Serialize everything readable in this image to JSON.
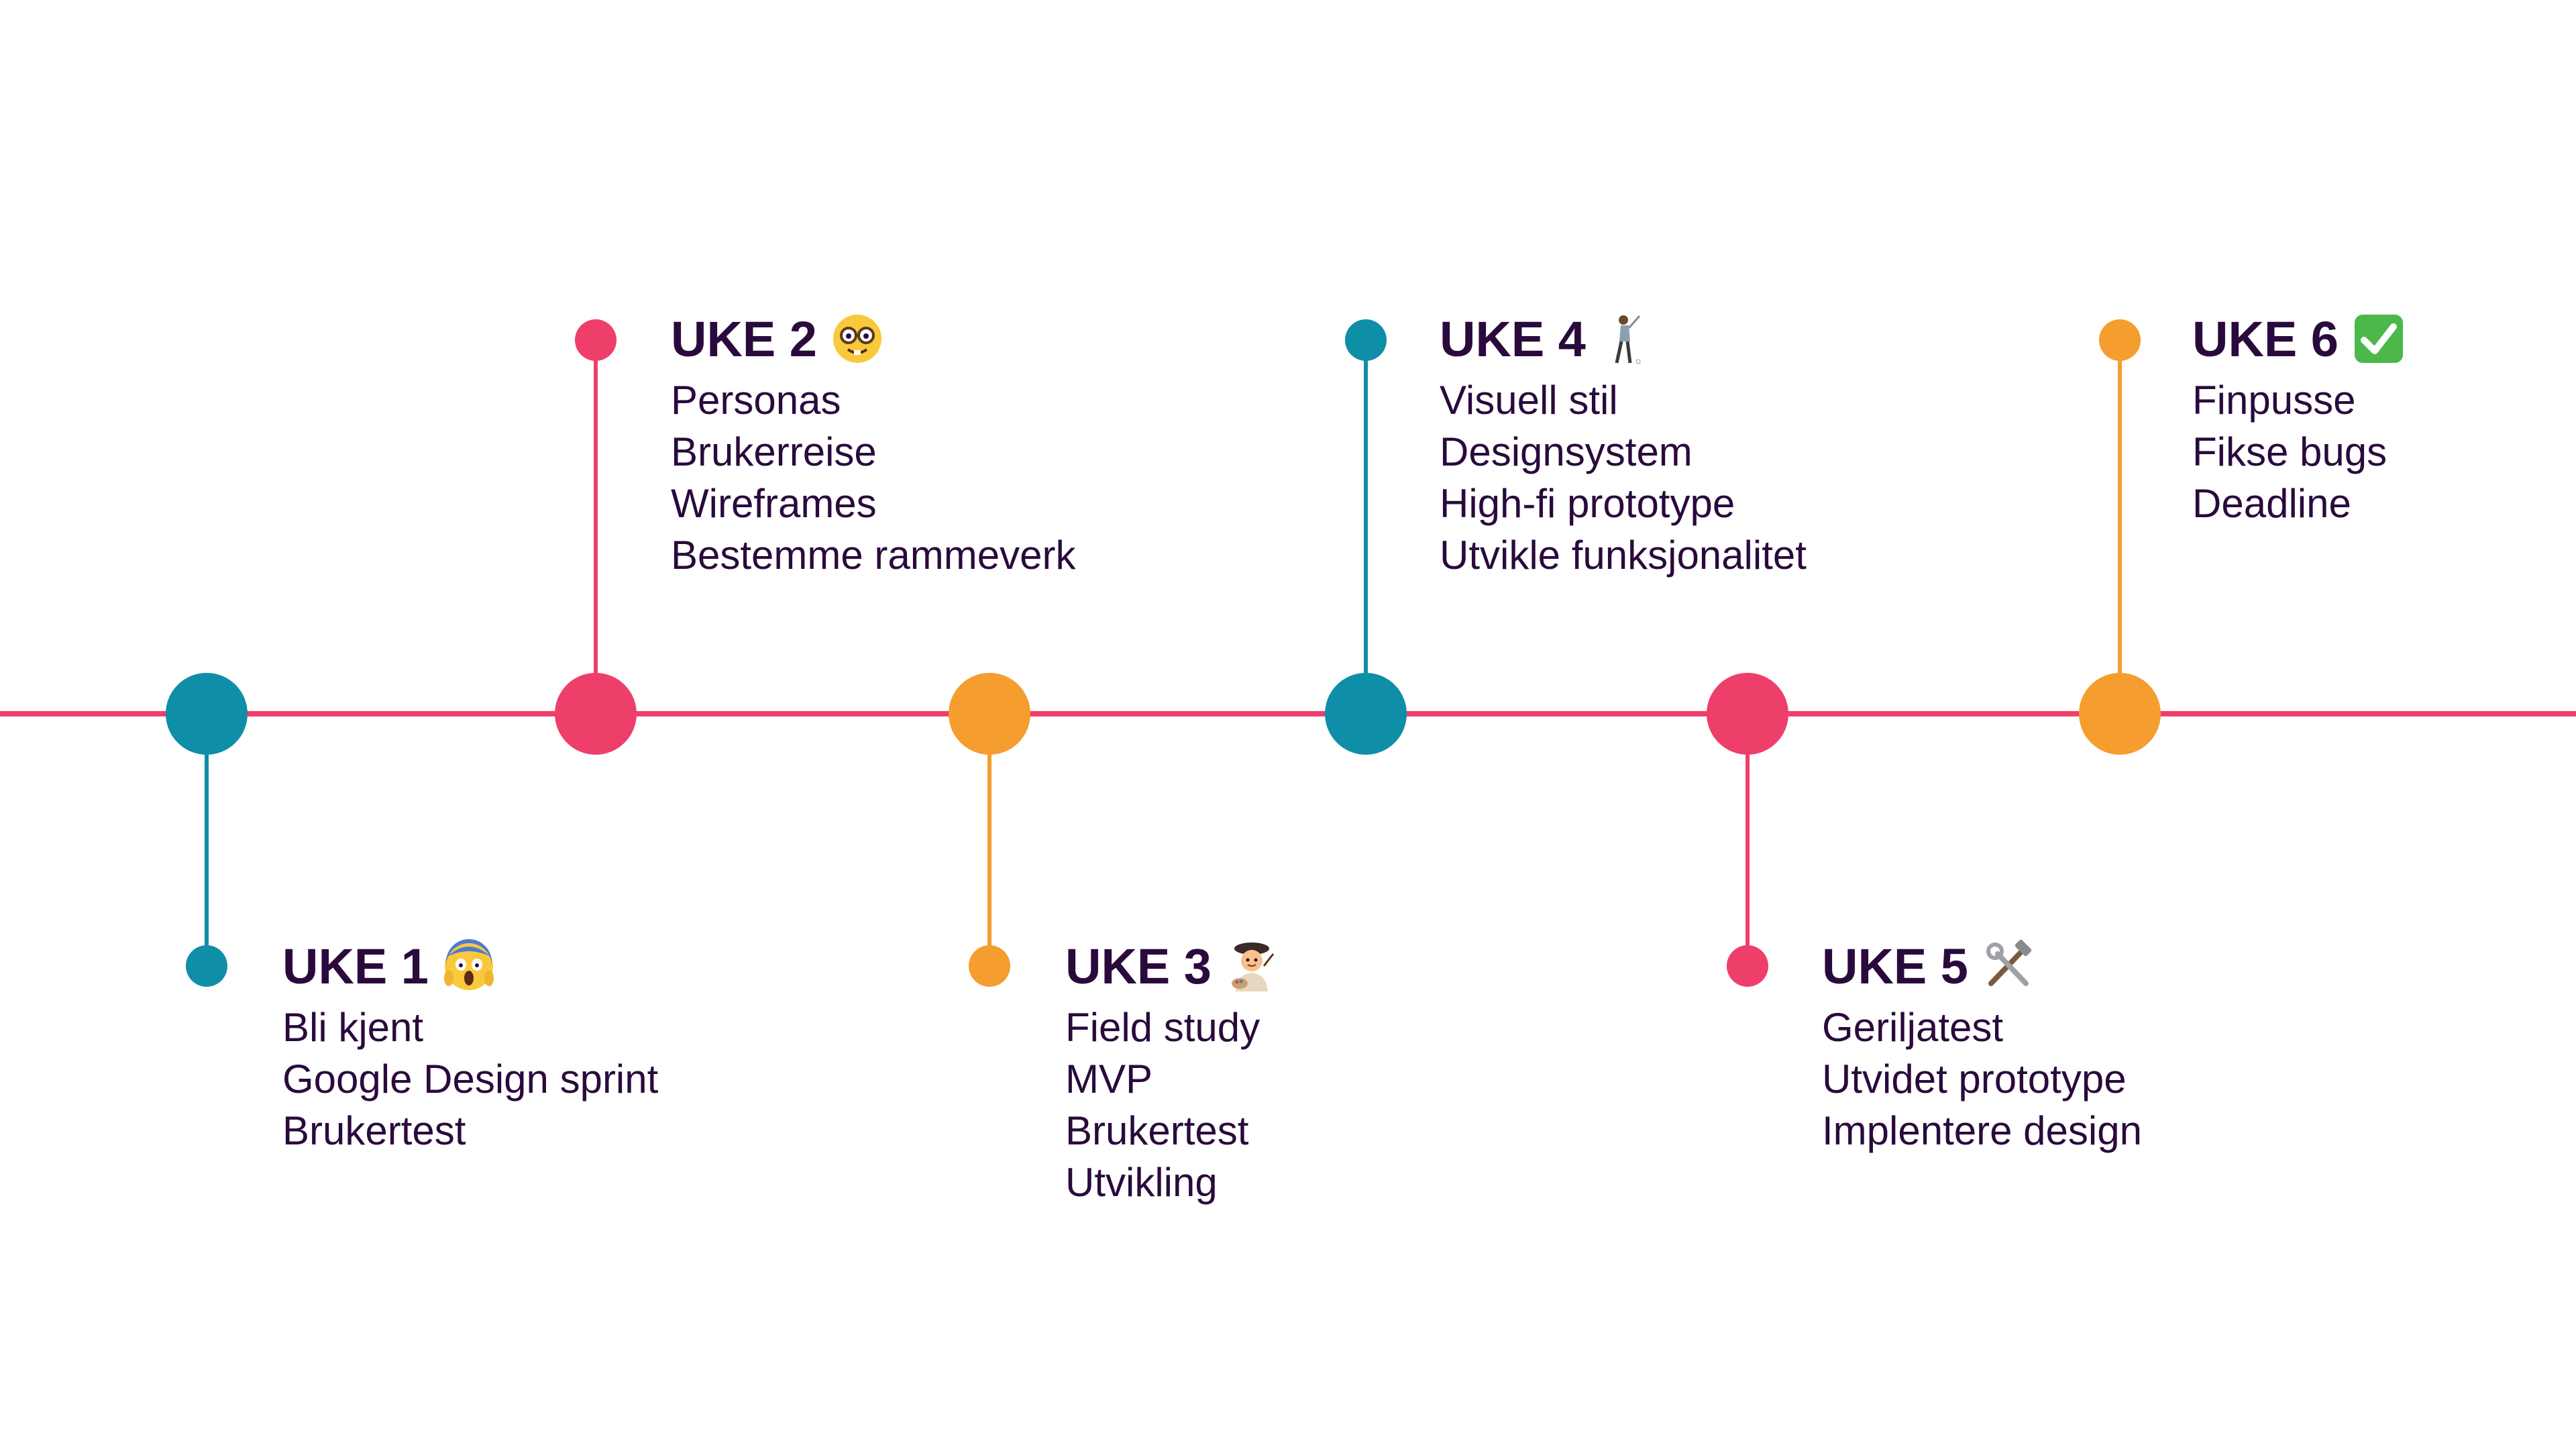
{
  "colors": {
    "teal": "#0f8ea7",
    "pink": "#ee3f6b",
    "orange": "#f59d2e",
    "text": "#2a0a3c",
    "axis": "#ee3f6b"
  },
  "weeks": [
    {
      "title": "UKE 1",
      "icon": "screaming-face-icon",
      "color": "teal",
      "position": "below",
      "items": [
        "Bli kjent",
        "Google Design sprint",
        "Brukertest"
      ]
    },
    {
      "title": "UKE 2",
      "icon": "nerd-face-icon",
      "color": "pink",
      "position": "above",
      "items": [
        "Personas",
        "Brukerreise",
        "Wireframes",
        "Bestemme rammeverk"
      ]
    },
    {
      "title": "UKE 3",
      "icon": "artist-icon",
      "color": "orange",
      "position": "below",
      "items": [
        "Field study",
        "MVP",
        "Brukertest",
        "Utvikling"
      ]
    },
    {
      "title": "UKE 4",
      "icon": "golfer-icon",
      "color": "teal",
      "position": "above",
      "items": [
        "Visuell stil",
        "Designsystem",
        "High-fi prototype",
        "Utvikle funksjonalitet"
      ]
    },
    {
      "title": "UKE 5",
      "icon": "hammer-and-wrench-icon",
      "color": "pink",
      "position": "below",
      "items": [
        "Geriljatest",
        "Utvidet prototype",
        "Implentere design"
      ]
    },
    {
      "title": "UKE 6",
      "icon": "check-mark-button-icon",
      "color": "orange",
      "position": "above",
      "items": [
        "Finpusse",
        "Fikse bugs",
        "Deadline"
      ]
    }
  ]
}
